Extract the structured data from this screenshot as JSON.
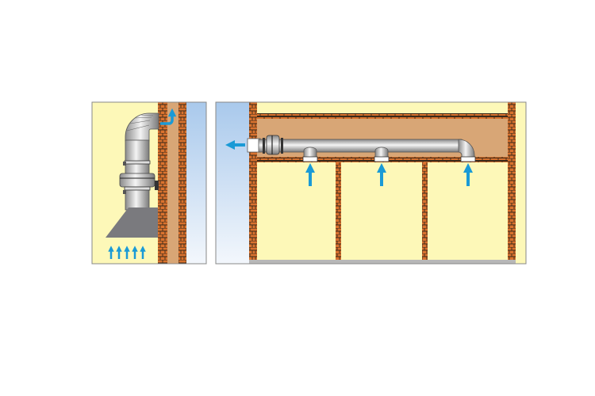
{
  "diagram": {
    "panels": [
      {
        "name": "single-room-kitchen-hood-exhaust"
      },
      {
        "name": "ceiling-void-multi-room-exhaust",
        "intake_count": 3
      }
    ],
    "colors": {
      "room": "#fdf8b8",
      "brick": "#d9722e",
      "mortar": "#3a2a1a",
      "cavity": "#d8a676",
      "sky_top": "#a9c9ec",
      "sky_bottom": "#f3f7fc",
      "duct": "#c8c8c8",
      "hood": "#7a7a7e",
      "airflow": "#1a9ad6",
      "floor": "#b8b8b8"
    }
  }
}
